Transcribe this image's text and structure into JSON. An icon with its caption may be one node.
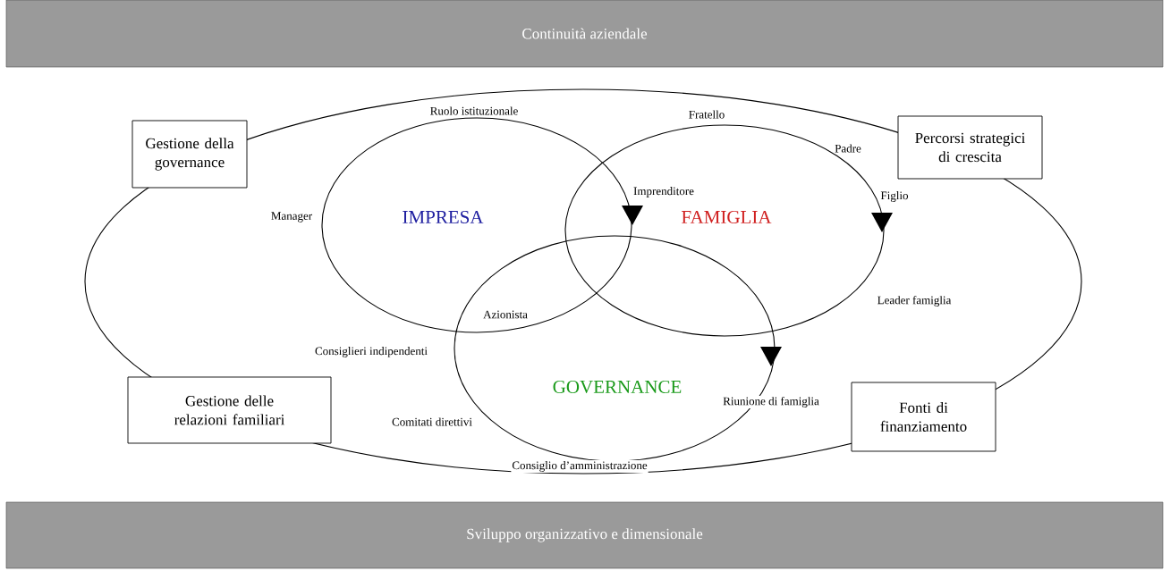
{
  "diagram": {
    "nodes": [
      {
        "text": [
          "Continuità aziendale"
        ]
      },
      {
        "text": [
          "Gestione della governance"
        ]
      },
      {
        "text": [
          "Percorsi strategici di crescita"
        ]
      },
      {
        "text": [
          "IMPRESA"
        ]
      },
      {
        "text": [
          "FAMIGLIA"
        ]
      },
      {
        "text": [
          "GOVERNANCE"
        ]
      },
      {
        "text": [
          "Gestione delle relazioni familiari"
        ]
      },
      {
        "text": [
          "Fonti di finanziamento"
        ]
      },
      {
        "text": [
          "Sviluppo organizzativo e dimensionale"
        ]
      }
    ],
    "edges": [],
    "labels": [
      "Ruolo istituzionale",
      "Fratello",
      "Padre",
      "Imprenditore",
      "Figlio",
      "Manager",
      "Azionista",
      "Leader famiglia",
      "Consiglieri indipendenti",
      "Riunione di famiglia",
      "Comitati direttivi",
      "Consiglio d’amministrazione"
    ]
  }
}
